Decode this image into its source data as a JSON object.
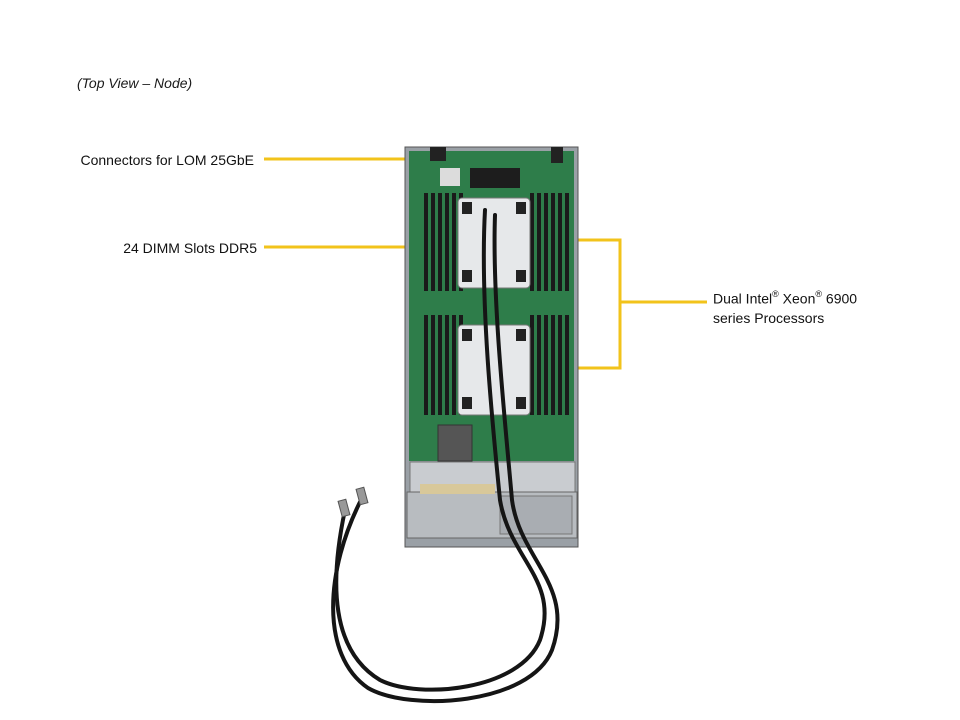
{
  "caption": "(Top View – Node)",
  "callouts": {
    "lom": "Connectors for LOM 25GbE",
    "dimm": "24 DIMM Slots DDR5",
    "cpu": {
      "line1_prefix": "Dual Intel",
      "reg1": "®",
      "line1_mid": " Xeon",
      "reg2": "®",
      "line1_suffix": " 6900",
      "line2": "series Processors"
    }
  },
  "colors": {
    "callout_line": "#f2c31b",
    "pcb": "#2e7d4a",
    "chassis": "#b8bcc0"
  },
  "image": {
    "subject": "server-node-motherboard-top-view"
  }
}
